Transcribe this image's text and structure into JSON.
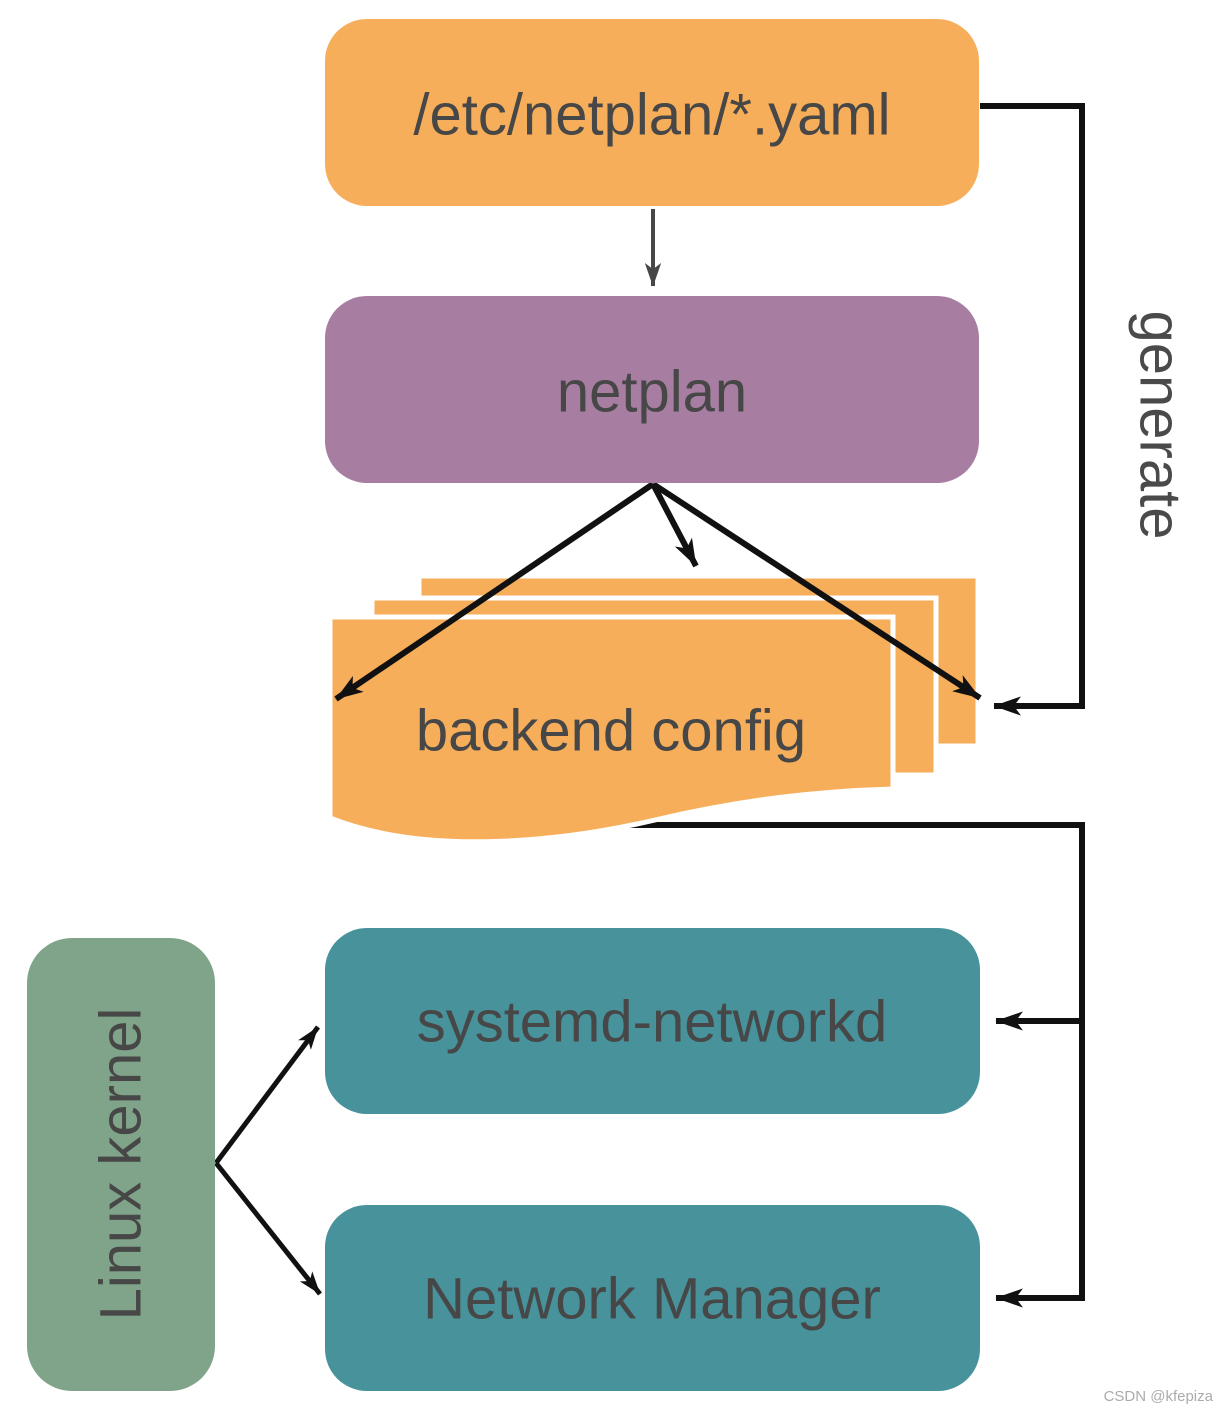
{
  "diagram": {
    "nodes": {
      "netplan_yaml": {
        "label": "/etc/netplan/*.yaml",
        "fill": "#F7AE5B"
      },
      "netplan": {
        "label": "netplan",
        "fill": "#A77EA1"
      },
      "backend_config": {
        "label": "backend config",
        "fill": "#F7AE5B"
      },
      "systemd_networkd": {
        "label": "systemd-networkd",
        "fill": "#47929B"
      },
      "network_manager": {
        "label": "Network Manager",
        "fill": "#47929B"
      },
      "linux_kernel": {
        "label": "Linux kernel",
        "fill": "#7FA489"
      }
    },
    "edge_labels": {
      "generate": "generate"
    },
    "colors": {
      "edge_black": "#111111",
      "edge_gray": "#474747",
      "label_text": "#474747",
      "page_separator": "#ffffff",
      "background": "#ffffff"
    },
    "watermark": "CSDN @kfepiza"
  }
}
